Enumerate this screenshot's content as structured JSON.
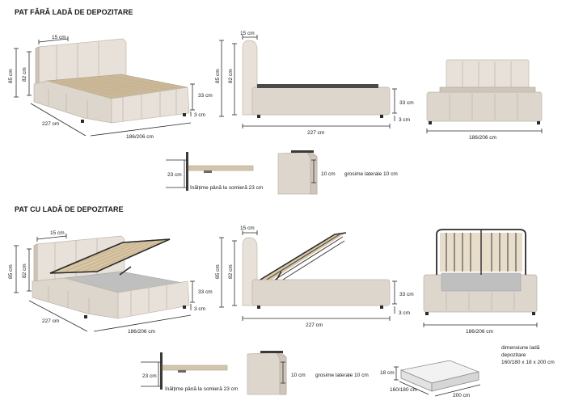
{
  "sections": {
    "without_storage": "PAT FĂRĂ LADĂ DE DEPOZITARE",
    "with_storage": "PAT CU LADĂ DE DEPOZITARE"
  },
  "dims": {
    "headboard_thickness": "15 cm",
    "total_height": "85 cm",
    "headboard_height": "82 cm",
    "side_height": "33 cm",
    "leg_height": "3 cm",
    "length": "227 cm",
    "width": "186/206 cm",
    "slat_height": "23 cm",
    "slat_caption": "înălțime până la somieră 23 cm",
    "side_thickness": "10 cm",
    "side_caption": "grosime laterale 10 cm",
    "box_height": "18 cm",
    "box_width": "160/180 cm",
    "box_length": "200 cm",
    "box_caption_1": "dimensiune ladă",
    "box_caption_2": "depozitare",
    "box_caption_3": "160/180 x 18 x 200 cm"
  }
}
